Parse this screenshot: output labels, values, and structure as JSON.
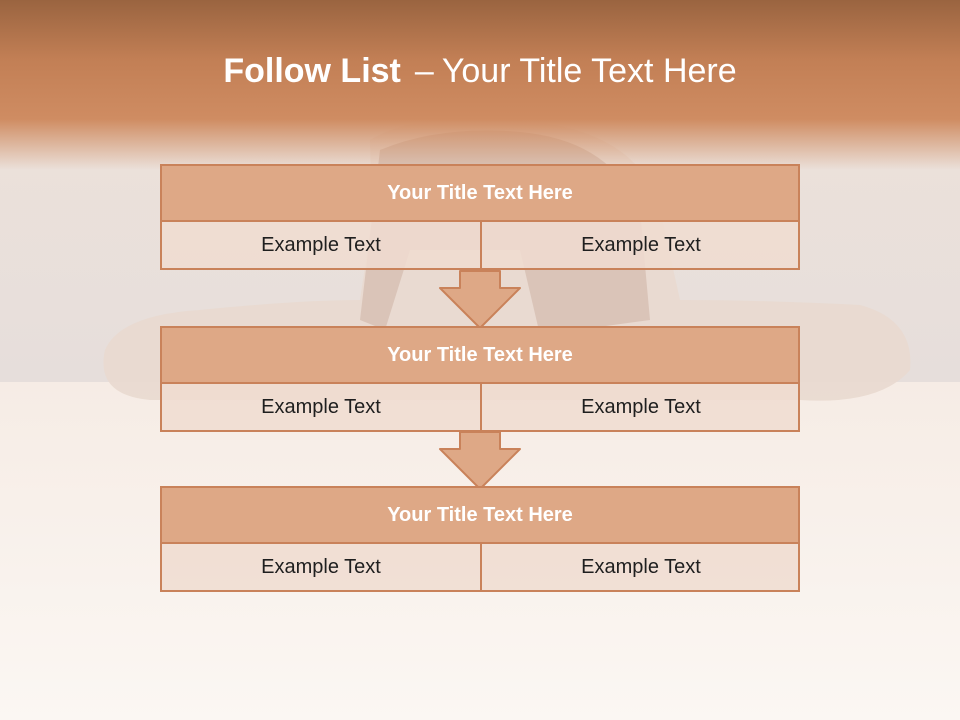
{
  "slide": {
    "title_bold": "Follow List",
    "title_separator": "–",
    "title_rest": "Your Title Text Here"
  },
  "steps": [
    {
      "title": "Your Title Text Here",
      "left": "Example Text",
      "right": "Example Text"
    },
    {
      "title": "Your Title Text Here",
      "left": "Example Text",
      "right": "Example Text"
    },
    {
      "title": "Your Title Text Here",
      "left": "Example Text",
      "right": "Example Text"
    }
  ],
  "colors": {
    "accent": "#c9825a",
    "title_fill": "#dea886",
    "cell_fill": "#f0dcd0",
    "header": "#c27f55"
  }
}
